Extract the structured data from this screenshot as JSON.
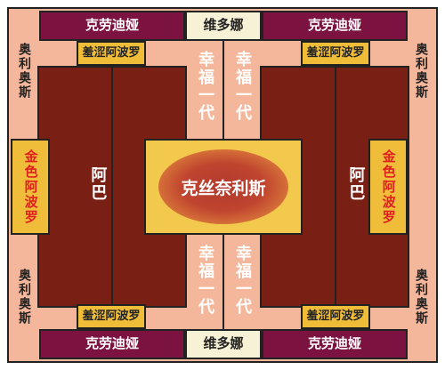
{
  "map": {
    "claudia_top_left": "克劳迪娅",
    "claudia_top_right": "克劳迪娅",
    "claudia_bottom_left": "克劳迪娅",
    "claudia_bottom_right": "克劳迪娅",
    "vittoria_top": "维多娜",
    "vittoria_bottom": "维多娜",
    "chaise_top_left": "羞涩阿波罗",
    "chaise_top_right": "羞涩阿波罗",
    "chaise_bottom_left": "羞涩阿波罗",
    "chaise_bottom_right": "羞涩阿波罗",
    "olis_top_left": "奥利奥斯",
    "olis_top_right": "奥利奥斯",
    "olis_bottom_left": "奥利奥斯",
    "olis_bottom_right": "奥利奥斯",
    "gold_left": "金色阿波罗",
    "gold_right": "金色阿波罗",
    "abba_left": "阿巴",
    "abba_right": "阿巴",
    "gen_top_left": "幸福一代",
    "gen_top_right": "幸福一代",
    "gen_bottom_left": "幸福一代",
    "gen_bottom_right": "幸福一代",
    "center": "克丝奈利斯"
  },
  "colors": {
    "salmon": "#f5b79b",
    "claudia": "#7b1240",
    "vittoria": "#f7f1d5",
    "chaise": "#f0bd38",
    "gold": "#efbd3a",
    "abba": "#7a1f14",
    "center_glow": "#b03a2e"
  }
}
